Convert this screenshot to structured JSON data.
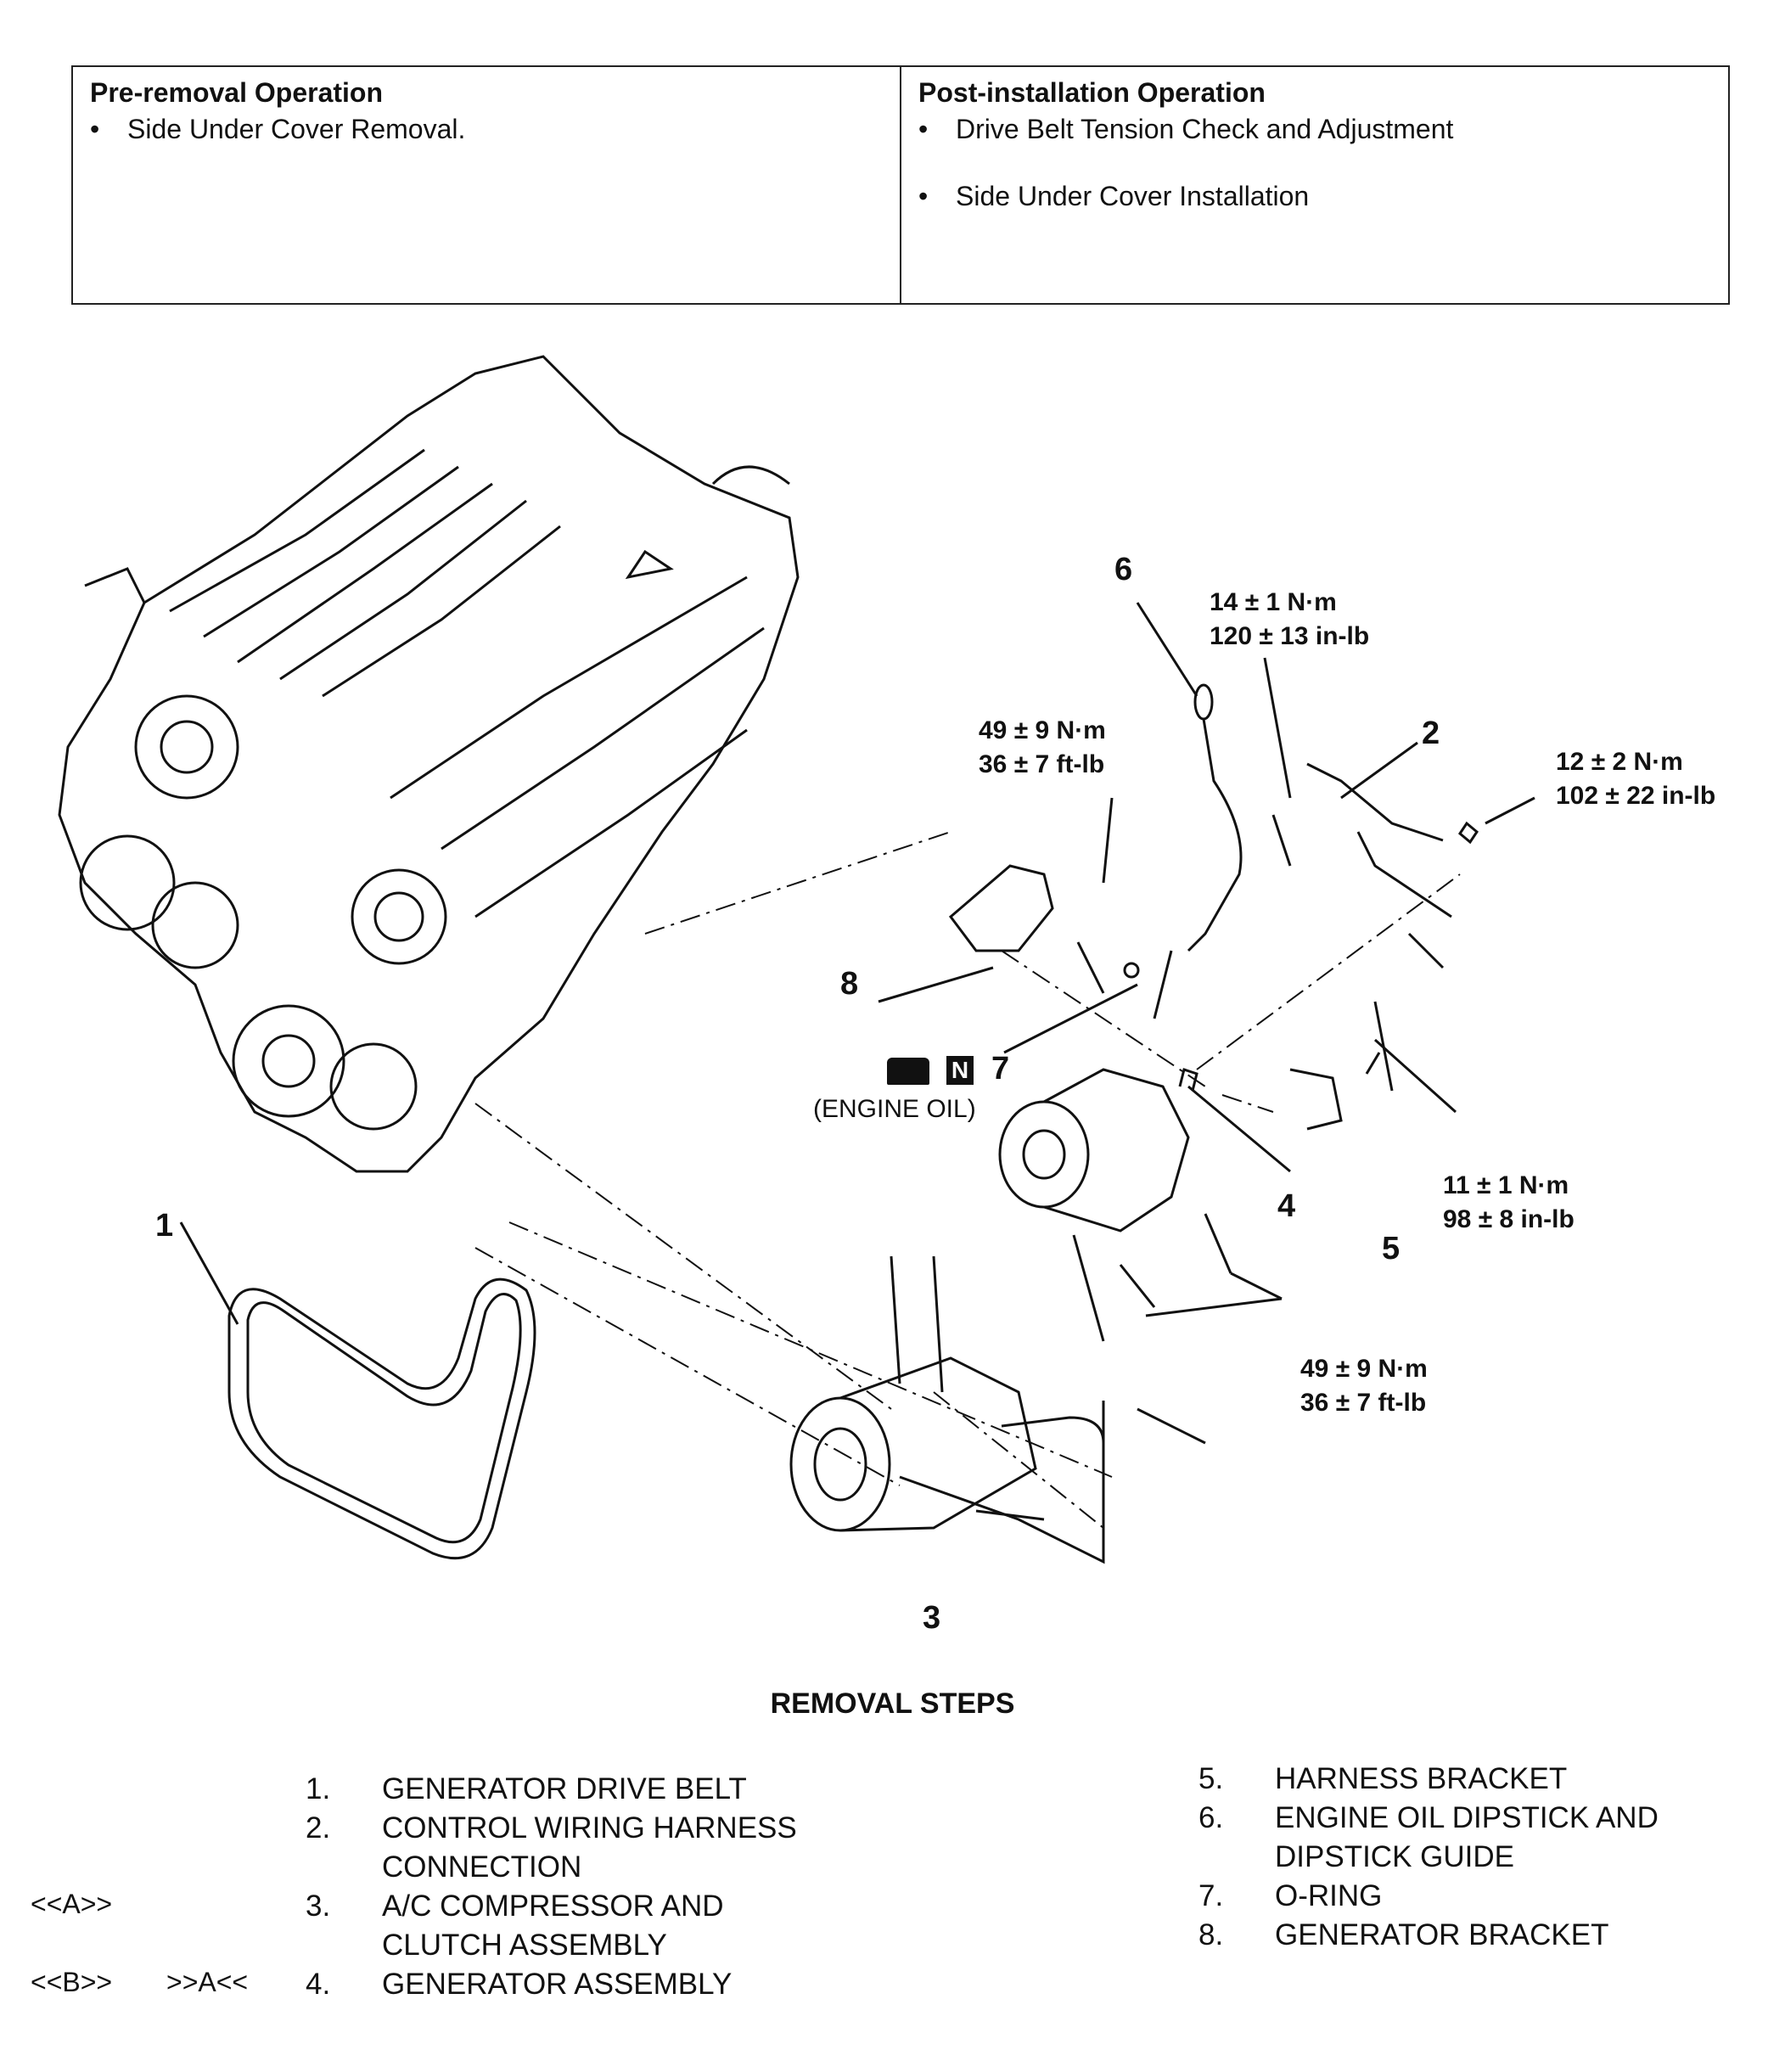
{
  "pre_removal": {
    "title": "Pre-removal Operation",
    "items": [
      "Side Under Cover Removal."
    ]
  },
  "post_installation": {
    "title": "Post-installation Operation",
    "items": [
      "Drive Belt Tension Check and Adjustment",
      "Side Under Cover Installation"
    ]
  },
  "diagram": {
    "callouts": {
      "c1": "1",
      "c2": "2",
      "c3": "3",
      "c4": "4",
      "c5": "5",
      "c6": "6",
      "c7": "7",
      "c8": "8"
    },
    "oil_note": "(ENGINE OIL)",
    "oil_symbol": "N",
    "torques": {
      "t6": [
        "14 ± 1 N·m",
        "120 ± 13 in-lb"
      ],
      "t8": [
        "49 ± 9 N·m",
        "36 ± 7 ft-lb"
      ],
      "t2": [
        "12 ± 2 N·m",
        "102 ± 22 in-lb"
      ],
      "t5": [
        "11 ± 1 N·m",
        "98 ± 8 in-lb"
      ],
      "t4": [
        "49 ± 9 N·m",
        "36 ± 7 ft-lb"
      ]
    }
  },
  "removal_steps": {
    "title": "REMOVAL STEPS",
    "left": [
      {
        "num": "1.",
        "text": "GENERATOR DRIVE BELT"
      },
      {
        "num": "2.",
        "text": "CONTROL WIRING HARNESS"
      },
      {
        "num": "",
        "text": "CONNECTION"
      },
      {
        "num": "3.",
        "text": "A/C COMPRESSOR AND"
      },
      {
        "num": "",
        "text": "CLUTCH ASSEMBLY"
      },
      {
        "num": "4.",
        "text": "GENERATOR ASSEMBLY"
      }
    ],
    "right": [
      {
        "num": "5.",
        "text": "HARNESS BRACKET"
      },
      {
        "num": "6.",
        "text": "ENGINE OIL DIPSTICK AND"
      },
      {
        "num": "",
        "text": "DIPSTICK GUIDE"
      },
      {
        "num": "7.",
        "text": "O-RING"
      },
      {
        "num": "8.",
        "text": "GENERATOR BRACKET"
      }
    ],
    "markers": {
      "m3_removal": "<<A>>",
      "m4_removal": "<<B>>",
      "m4_install": ">>A<<"
    }
  }
}
